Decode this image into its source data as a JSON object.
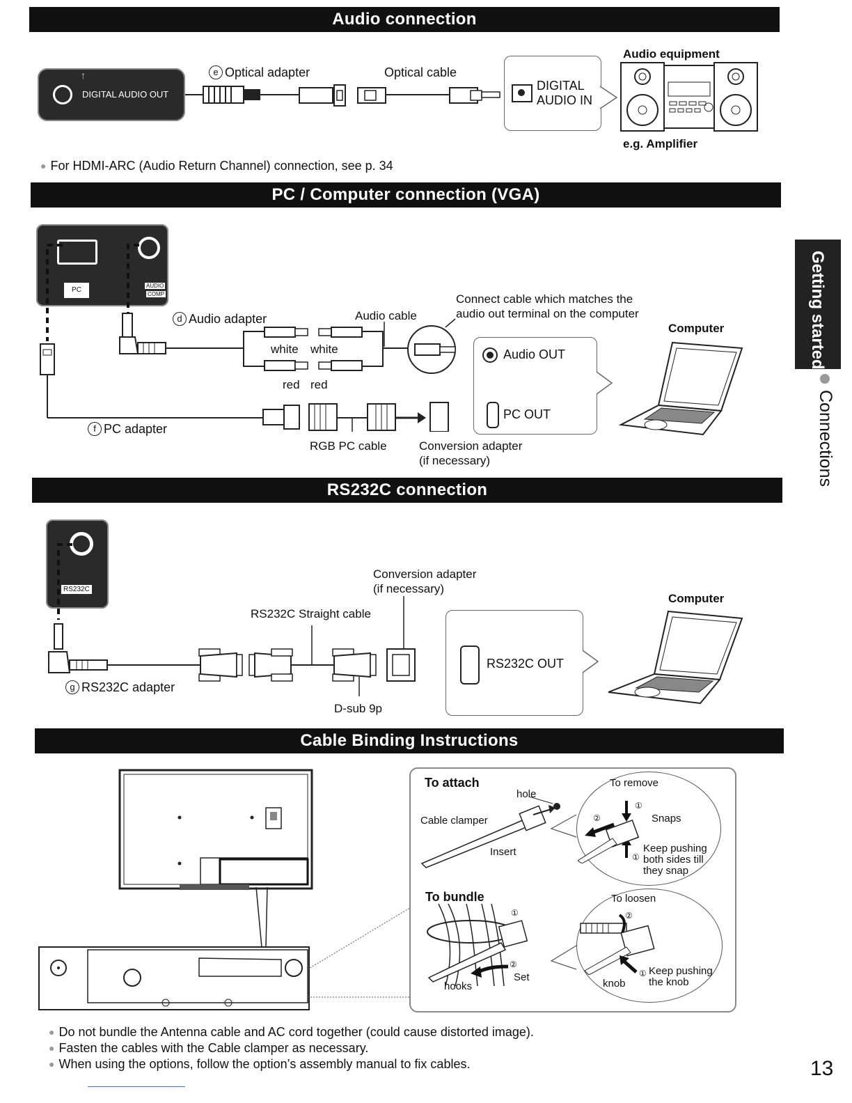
{
  "sections": {
    "audio": {
      "title": "Audio connection",
      "port_label": "DIGITAL AUDIO OUT",
      "adapter_letter": "e",
      "adapter_label": "Optical adapter",
      "cable_label": "Optical cable",
      "input_line1": "DIGITAL",
      "input_line2": "AUDIO IN",
      "equipment_label": "Audio equipment",
      "example_label": "e.g. Amplifier",
      "note": "For HDMI-ARC (Audio Return Channel) connection, see p. 34"
    },
    "pc": {
      "title": "PC / Computer connection (VGA)",
      "port_pc": "PC",
      "port_audio": "AUDIO",
      "port_comp": "COMP",
      "audio_adapter_letter": "d",
      "audio_adapter_label": "Audio adapter",
      "audio_cable_label": "Audio cable",
      "white1": "white",
      "white2": "white",
      "red1": "red",
      "red2": "red",
      "note_line1": "Connect cable which matches the",
      "note_line2": "audio out terminal on the computer",
      "computer_label": "Computer",
      "audio_out_label": "Audio OUT",
      "pc_out_label": "PC OUT",
      "pc_adapter_letter": "f",
      "pc_adapter_label": "PC adapter",
      "rgb_cable_label": "RGB PC cable",
      "conversion_line1": "Conversion adapter",
      "conversion_line2": "(if necessary)"
    },
    "rs232c": {
      "title": "RS232C connection",
      "port_label": "RS232C",
      "conversion_line1": "Conversion adapter",
      "conversion_line2": "(if necessary)",
      "computer_label": "Computer",
      "straight_cable_label": "RS232C Straight cable",
      "out_label": "RS232C OUT",
      "adapter_letter": "g",
      "adapter_label": "RS232C adapter",
      "dsub_label": "D-sub 9p"
    },
    "binding": {
      "title": "Cable Binding Instructions",
      "to_attach": "To attach",
      "hole": "hole",
      "cable_clamper": "Cable clamper",
      "insert": "Insert",
      "to_remove": "To remove",
      "snaps": "Snaps",
      "keep_pushing_line1": "Keep pushing",
      "keep_pushing_line2": "both sides till",
      "keep_pushing_line3": "they snap",
      "to_bundle": "To bundle",
      "hooks": "hooks",
      "set": "Set",
      "to_loosen": "To loosen",
      "knob": "knob",
      "keep_pushing_knob_line1": "Keep pushing",
      "keep_pushing_knob_line2": "the knob",
      "step1": "①",
      "step2": "②"
    }
  },
  "notes": [
    "Do not bundle the Antenna cable and AC cord together (could cause distorted image).",
    "Fasten the cables with the Cable clamper as necessary.",
    "When using the options, follow the option’s assembly manual to fix cables."
  ],
  "side_tab": {
    "chapter": "Getting started",
    "topic": "Connections"
  },
  "page_number": "13"
}
